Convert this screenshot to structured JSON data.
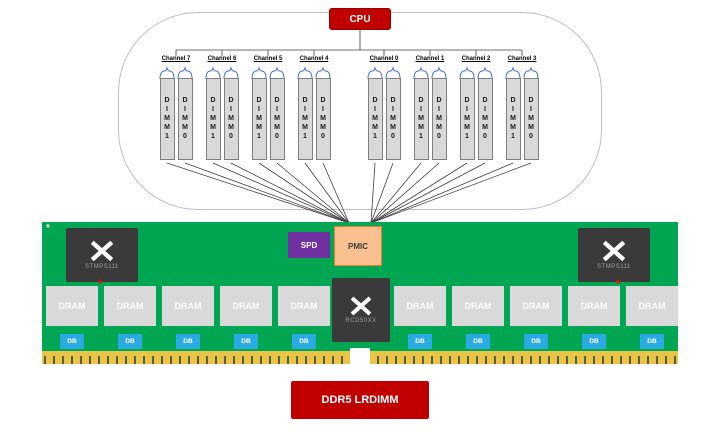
{
  "cpu": {
    "label": "CPU"
  },
  "channels": [
    {
      "label": "Channel 7",
      "dimms": [
        "DIMM1",
        "DIMM0"
      ]
    },
    {
      "label": "Channel 6",
      "dimms": [
        "DIMM1",
        "DIMM0"
      ]
    },
    {
      "label": "Channel 5",
      "dimms": [
        "DIMM1",
        "DIMM0"
      ]
    },
    {
      "label": "Channel 4",
      "dimms": [
        "DIMM1",
        "DIMM0"
      ]
    },
    {
      "label": "Channel 0",
      "dimms": [
        "DIMM1",
        "DIMM0"
      ]
    },
    {
      "label": "Channel 1",
      "dimms": [
        "DIMM1",
        "DIMM0"
      ]
    },
    {
      "label": "Channel 2",
      "dimms": [
        "DIMM1",
        "DIMM0"
      ]
    },
    {
      "label": "Channel 3",
      "dimms": [
        "DIMM1",
        "DIMM0"
      ]
    }
  ],
  "board": {
    "voltage_chip_label": "STMPS111",
    "spd_label": "SPD",
    "pmic_label": "PMIC",
    "rcd_label": "RCD50XX",
    "dram_label": "DRAM",
    "db_label": "DB",
    "dram_count": 10,
    "marker": "*"
  },
  "footer": {
    "title": "DDR5 LRDIMM"
  },
  "colors": {
    "accent_red": "#C00000",
    "board_green": "#00A651",
    "spd_purple": "#7030A0",
    "pmic_orange": "#FAC090",
    "db_blue": "#29ABE2",
    "brace_blue": "#4472C4",
    "edge_gold": "#E8C547",
    "chip_dark": "#3A3A3A",
    "wire_gray": "#404040"
  }
}
